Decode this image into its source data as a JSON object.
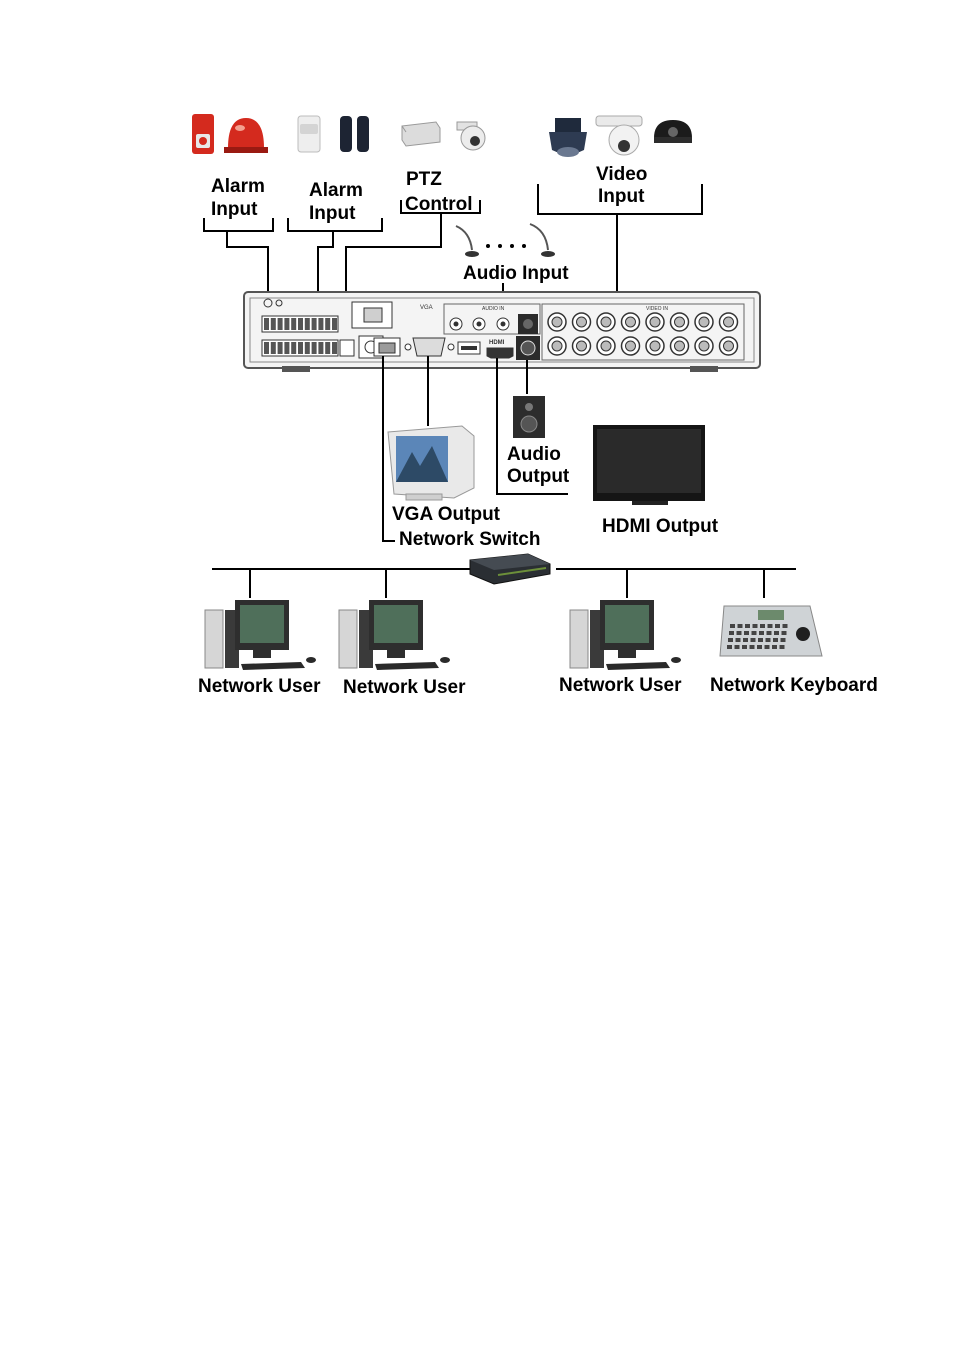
{
  "labels": {
    "alarm_input_1_line1": "Alarm",
    "alarm_input_1_line2": "Input",
    "alarm_input_2_line1": "Alarm",
    "alarm_input_2_line2": "Input",
    "ptz_line1": "PTZ",
    "ptz_line2": "Control",
    "video_line1": "Video",
    "video_line2": "Input",
    "audio_input": "Audio Input",
    "audio_output_line1": "Audio",
    "audio_output_line2": "Output",
    "vga_output": "VGA Output",
    "network_switch": "Network Switch",
    "hdmi_output": "HDMI Output",
    "network_user_1": "Network User",
    "network_user_2": "Network User",
    "network_user_3": "Network User",
    "network_keyboard": "Network Keyboard"
  },
  "panel_text": {
    "vga": "VGA",
    "hdmi": "HDMI",
    "audio_in": "AUDIO IN",
    "video_in": "VIDEO IN"
  },
  "colors": {
    "alarm_red": "#d42a1e",
    "device_body": "#d9d9d9",
    "panel_dark": "#2b2b2b",
    "screen_blue": "#5b86b8"
  }
}
